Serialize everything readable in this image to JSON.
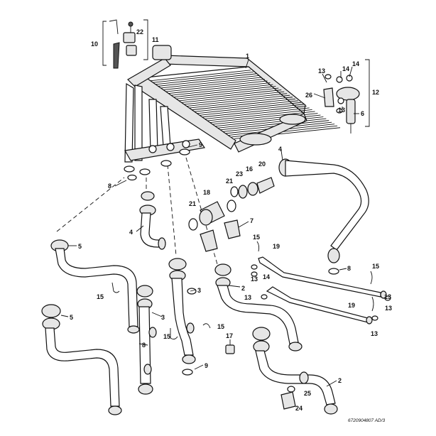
{
  "diagram": {
    "reference_code": "6720904807 AD/3",
    "callouts": [
      {
        "id": "c1",
        "text": "1"
      },
      {
        "id": "c2a",
        "text": "2"
      },
      {
        "id": "c2b",
        "text": "2"
      },
      {
        "id": "c3a",
        "text": "3"
      },
      {
        "id": "c3b",
        "text": "3"
      },
      {
        "id": "c4a",
        "text": "4"
      },
      {
        "id": "c4b",
        "text": "4"
      },
      {
        "id": "c5a",
        "text": "5"
      },
      {
        "id": "c5b",
        "text": "5"
      },
      {
        "id": "c6",
        "text": "6"
      },
      {
        "id": "c7",
        "text": "7"
      },
      {
        "id": "c8a",
        "text": "8"
      },
      {
        "id": "c8b",
        "text": "8"
      },
      {
        "id": "c8c",
        "text": "8"
      },
      {
        "id": "c9a",
        "text": "9"
      },
      {
        "id": "c9b",
        "text": "9"
      },
      {
        "id": "c10",
        "text": "10"
      },
      {
        "id": "c11",
        "text": "11"
      },
      {
        "id": "c12",
        "text": "12"
      },
      {
        "id": "c13a",
        "text": "13"
      },
      {
        "id": "c13b",
        "text": "13"
      },
      {
        "id": "c13c",
        "text": "13"
      },
      {
        "id": "c13d",
        "text": "13"
      },
      {
        "id": "c13e",
        "text": "13"
      },
      {
        "id": "c13f",
        "text": "13"
      },
      {
        "id": "c13g",
        "text": "13"
      },
      {
        "id": "c14a",
        "text": "14"
      },
      {
        "id": "c14b",
        "text": "14"
      },
      {
        "id": "c14c",
        "text": "14"
      },
      {
        "id": "c15a",
        "text": "15"
      },
      {
        "id": "c15b",
        "text": "15"
      },
      {
        "id": "c15c",
        "text": "15"
      },
      {
        "id": "c15d",
        "text": "15"
      },
      {
        "id": "c15e",
        "text": "15"
      },
      {
        "id": "c16",
        "text": "16"
      },
      {
        "id": "c17",
        "text": "17"
      },
      {
        "id": "c18",
        "text": "18"
      },
      {
        "id": "c19a",
        "text": "19"
      },
      {
        "id": "c19b",
        "text": "19"
      },
      {
        "id": "c20",
        "text": "20"
      },
      {
        "id": "c21a",
        "text": "21"
      },
      {
        "id": "c21b",
        "text": "21"
      },
      {
        "id": "c22",
        "text": "22"
      },
      {
        "id": "c23",
        "text": "23"
      },
      {
        "id": "c24",
        "text": "24"
      },
      {
        "id": "c25",
        "text": "25"
      },
      {
        "id": "c26",
        "text": "26"
      }
    ]
  }
}
